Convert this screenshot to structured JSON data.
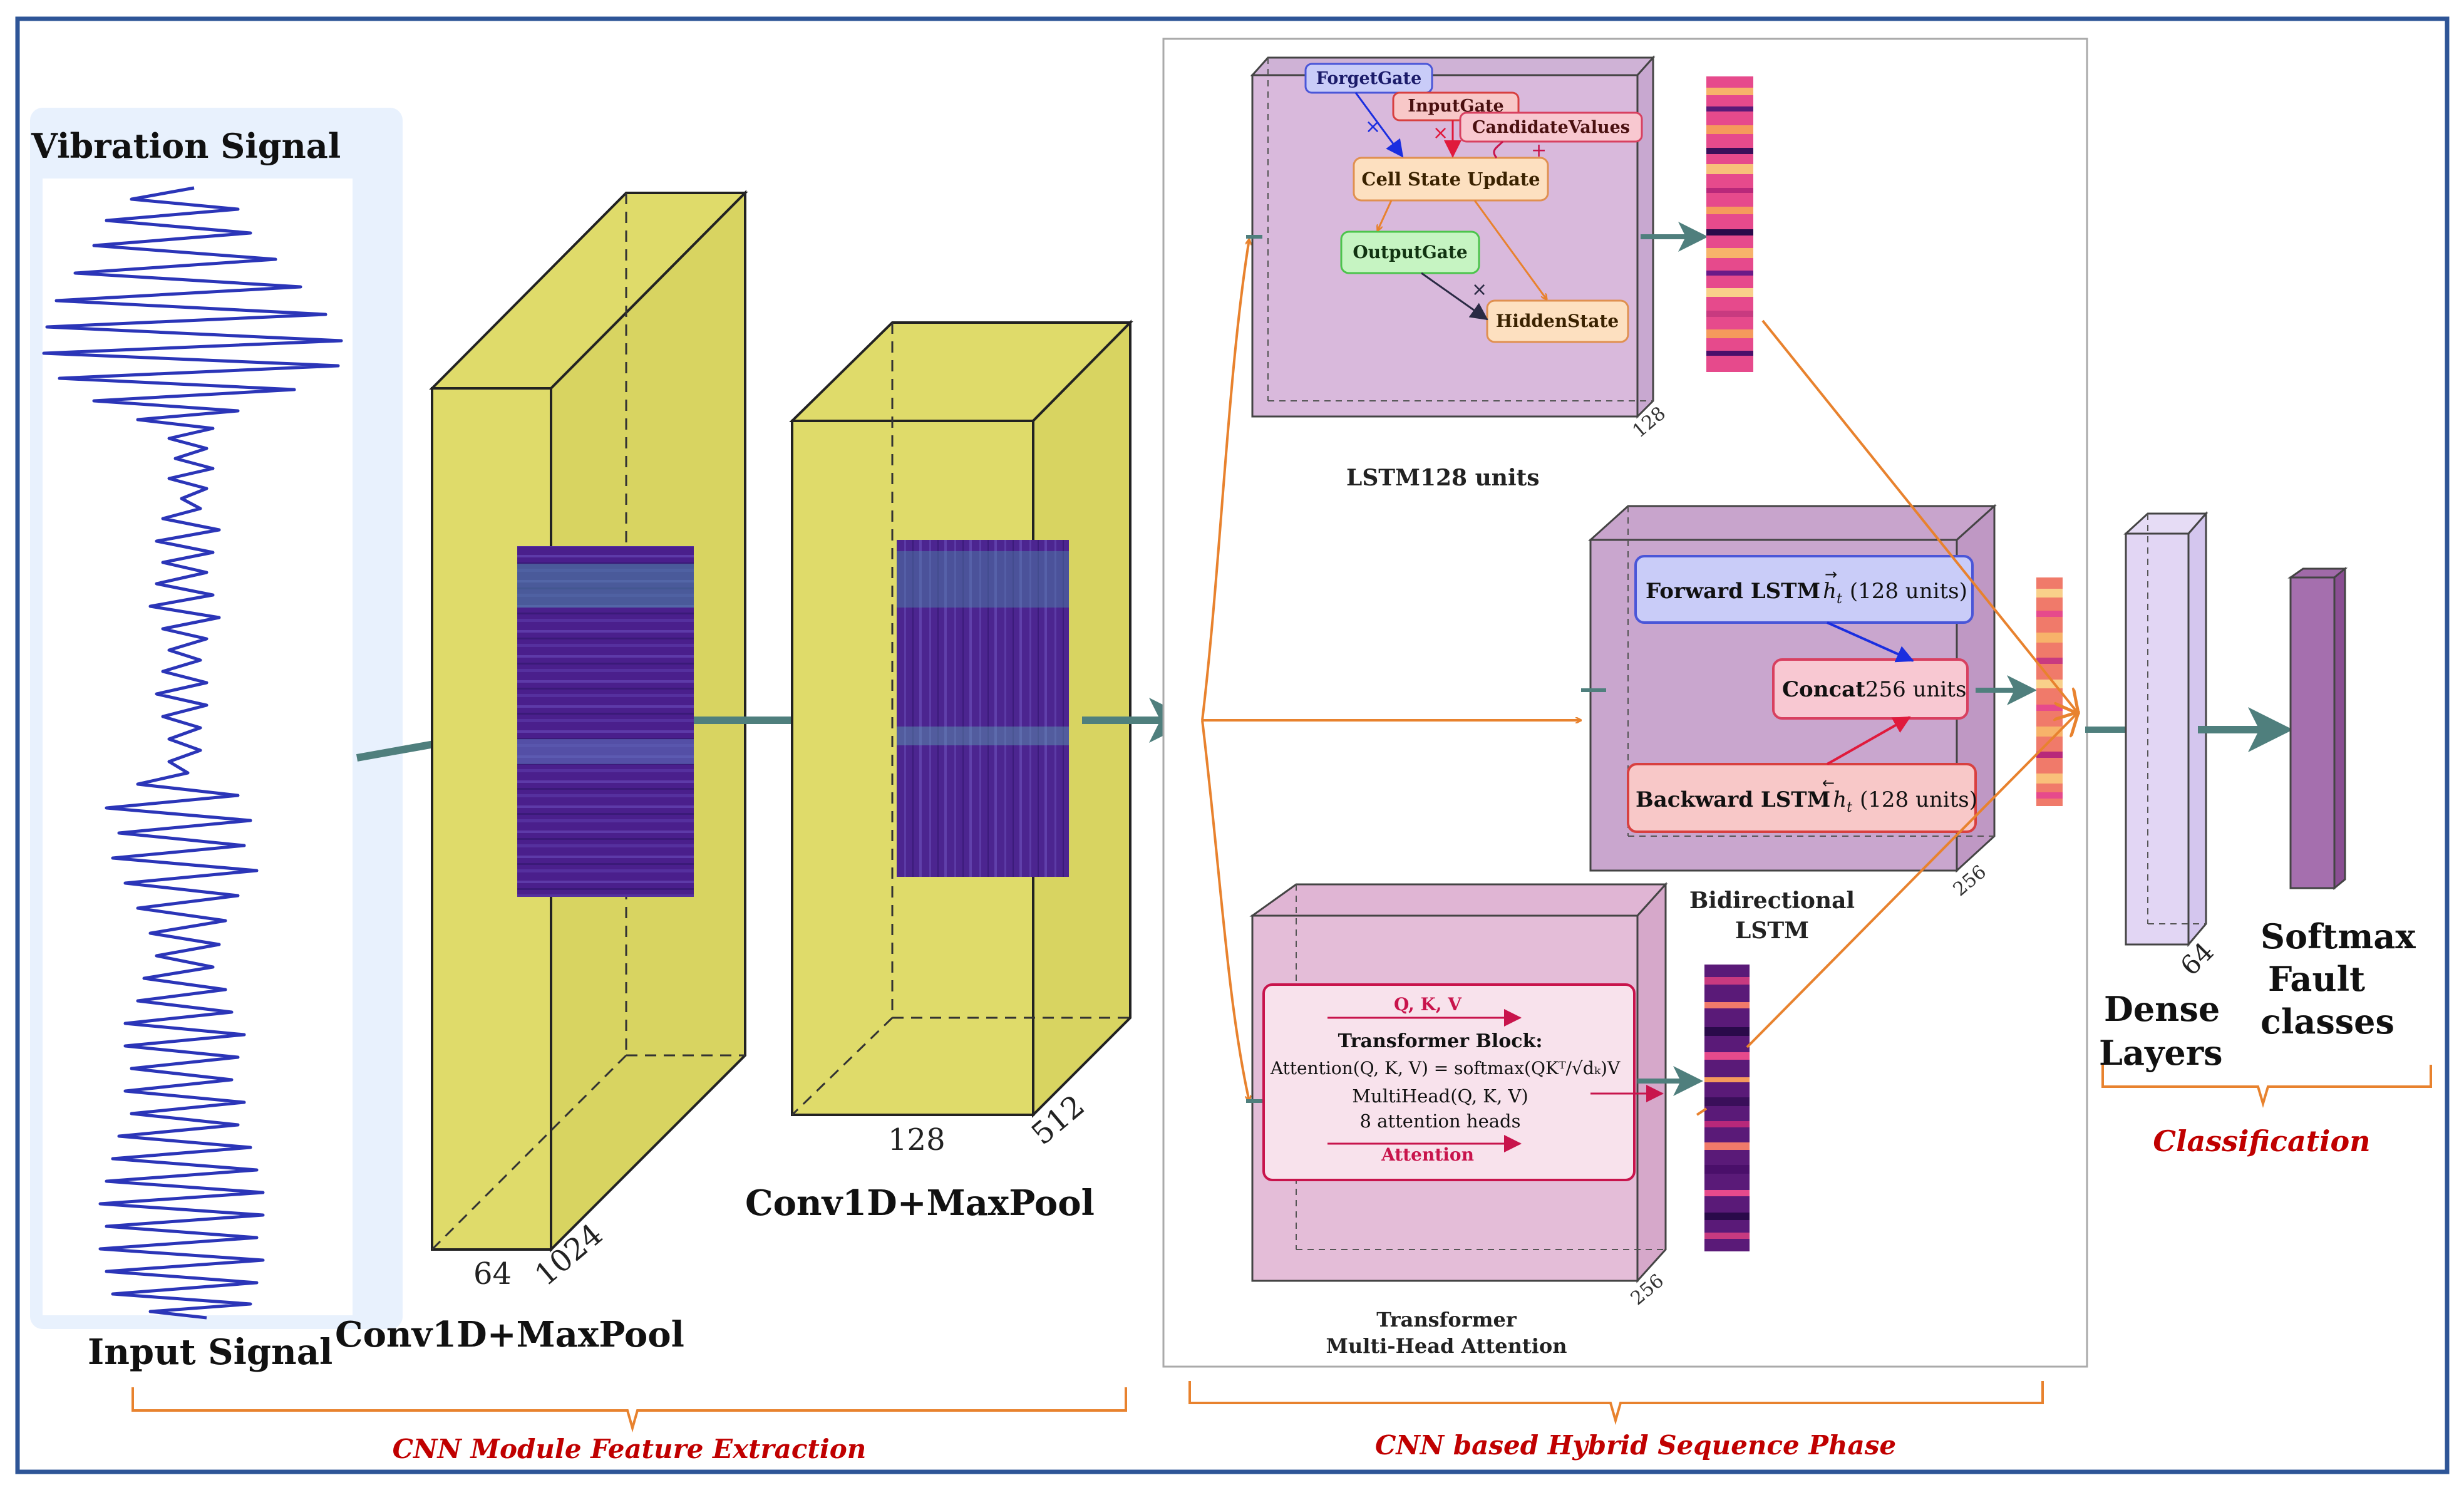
{
  "input_panel": {
    "title": "Vibration Signal",
    "caption": "Input Signal"
  },
  "conv_block_1": {
    "depth_label": "64",
    "length_label": "1024",
    "caption": "Conv1D+MaxPool"
  },
  "conv_block_2": {
    "depth_label": "128",
    "length_label": "512",
    "caption": "Conv1D+MaxPool"
  },
  "lstm": {
    "gates": {
      "forget": "ForgetGate",
      "input": "InputGate",
      "candidate": "CandidateValues",
      "cell": "Cell State Update",
      "output": "OutputGate",
      "hidden": "HiddenState"
    },
    "ops": {
      "mul": "×",
      "add": "+"
    },
    "size_label": "128",
    "caption": "LSTM128 units"
  },
  "bilstm": {
    "forward": {
      "name": "Forward LSTM",
      "symbol": "h",
      "arrow": "→",
      "sub": "t",
      "units": "(128 units)"
    },
    "concat": {
      "name": "Concat",
      "units": "256 units"
    },
    "backward": {
      "name": "Backward LSTM",
      "symbol": "h",
      "arrow": "←",
      "sub": "t",
      "units": "(128 units)"
    },
    "size_label": "256",
    "caption_line1": "Bidirectional",
    "caption_line2": "LSTM"
  },
  "transformer": {
    "qkv": "Q, K, V",
    "block_title": "Transformer Block:",
    "formula": "Attention(Q, K, V) = softmax(QKᵀ/√dₖ)V",
    "multihead": "MultiHead(Q, K, V)",
    "heads": "8 attention heads",
    "attention": "Attention",
    "size_label": "256",
    "caption_line1": "Transformer",
    "caption_line2": "Multi-Head Attention"
  },
  "dense": {
    "size_label": "64",
    "caption_line1": "Dense",
    "caption_line2": "Layers"
  },
  "softmax": {
    "caption_line1": "Softmax",
    "caption_line2": "Fault",
    "caption_line3": "classes"
  },
  "phases": {
    "cnn": "CNN Module Feature Extraction",
    "hybrid": "CNN based Hybrid Sequence Phase",
    "classification": "Classification"
  },
  "colors": {
    "frame": "#2e5597",
    "conv_yellow": "#dfdb6a",
    "lstm_purple": "#d9b9dc",
    "arrow_teal": "#4f7f7d",
    "orange": "#e8822e",
    "phase_red": "#c00000",
    "signal_blue": "#2b35b8"
  }
}
